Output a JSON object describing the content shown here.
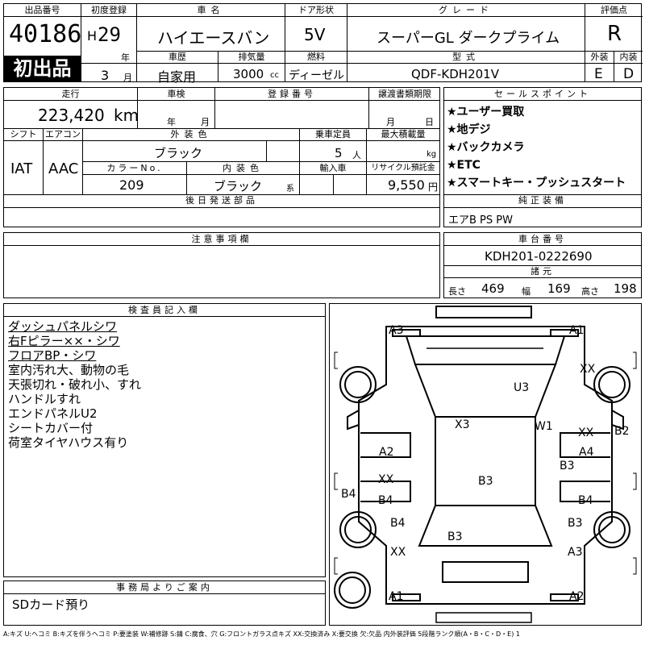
{
  "header": {
    "lot_no_label": "出品番号",
    "lot_no": "40186",
    "first_listing_badge": "初出品",
    "first_reg_label": "初度登録",
    "era": "H",
    "year": "29",
    "year_unit": "年",
    "month": "3",
    "month_unit": "月",
    "car_name_label": "車名",
    "car_name": "ハイエースバン",
    "doors_label": "ドア形状",
    "doors": "5V",
    "grade_label": "グレード",
    "grade": "スーパーGL ダークプライム",
    "score_label": "評価点",
    "score": "R",
    "history_label": "車歴",
    "history": "自家用",
    "displacement_label": "排気量",
    "displacement": "3000",
    "displacement_unit": "cc",
    "fuel_label": "燃料",
    "fuel": "ディーゼル",
    "model_code_label": "型式",
    "model_code": "QDF-KDH201V",
    "exterior_label": "外装",
    "interior_label": "内装",
    "exterior_grade": "E",
    "interior_grade": "D"
  },
  "row2": {
    "mileage_label": "走行",
    "mileage": "223,420",
    "mileage_unit": "km",
    "inspection_label": "車検",
    "inspection_year_unit": "年",
    "inspection_month_unit": "月",
    "reg_no_label": "登録番号",
    "transfer_deadline_label": "譲渡書類期限",
    "transfer_month_unit": "月",
    "transfer_day_unit": "日",
    "shift_label": "シフト",
    "shift": "IAT",
    "ac_label": "エアコン",
    "ac": "AAC",
    "exterior_color_label": "外装色",
    "exterior_color": "ブラック",
    "capacity_label": "乗車定員",
    "capacity": "5",
    "capacity_unit": "人",
    "max_load_label": "最大積載量",
    "max_load_unit": "kg",
    "color_no_label": "カラーNo.",
    "color_no": "209",
    "interior_color_label": "内装色",
    "interior_color": "ブラック",
    "interior_color_suffix": "系",
    "import_label": "輸入車",
    "recycle_label": "リサイクル預託金",
    "recycle_fee": "9,550",
    "recycle_unit": "円",
    "later_parts_label": "後日発送部品"
  },
  "sales": {
    "label": "セールスポイント",
    "items": [
      "★ユーザー買取",
      "★地デジ",
      "★バックカメラ",
      "★ETC",
      "★スマートキー・プッシュスタート"
    ]
  },
  "equipment": {
    "label": "純正装備",
    "items": "エアB PS PW"
  },
  "notes": {
    "label": "注意事項欄"
  },
  "chassis": {
    "label": "車台番号",
    "number": "KDH201-0222690",
    "dims_label": "諸元",
    "length_label": "長さ",
    "length": "469",
    "width_label": "幅",
    "width": "169",
    "height_label": "高さ",
    "height": "198"
  },
  "inspector": {
    "label": "検査員記入欄",
    "lines": [
      "ダッシュパネルシワ",
      "右Fピラー××・シワ",
      "フロアBP・シワ",
      "室内汚れ大、動物の毛",
      "天張切れ・破れ小、すれ",
      "ハンドルすれ",
      "エンドパネルU2",
      "シートカバー付",
      "荷室タイヤハウス有り"
    ]
  },
  "office": {
    "label": "事務局よりご案内",
    "text": "SDカード預り"
  },
  "diagram_marks": {
    "front_left": "A3",
    "front_right": "A1",
    "front_right_wheel": "XX",
    "roof": "U3",
    "windshield_left": "X3",
    "windshield_right": "W1",
    "right_fender": "XX",
    "right_side": "B2",
    "left_front_door": "A2",
    "right_front_door": "A4",
    "right_pillar": "B3",
    "left_rear_door_1": "XX",
    "left_rear_door_2": "B4",
    "center_floor": "B3",
    "left_side": "B4",
    "right_rear_door": "B4",
    "left_rear_quarter": "B4",
    "right_rear_quarter": "B3",
    "rear_floor": "B3",
    "left_rear_wheel": "XX",
    "right_rear_wheel": "A3",
    "rear_left": "A1",
    "rear_right": "A2"
  },
  "legend": "A:キズ U:ヘコミ B:キズを伴うヘコミ P:要塗装 W:補修跡 S:錆 C:腐食、穴 G:フロントガラス点キズ XX:交換済み X:要交換 欠:欠品 内外装評価 5段階ランク順(A・B・C・D・E) 1"
}
